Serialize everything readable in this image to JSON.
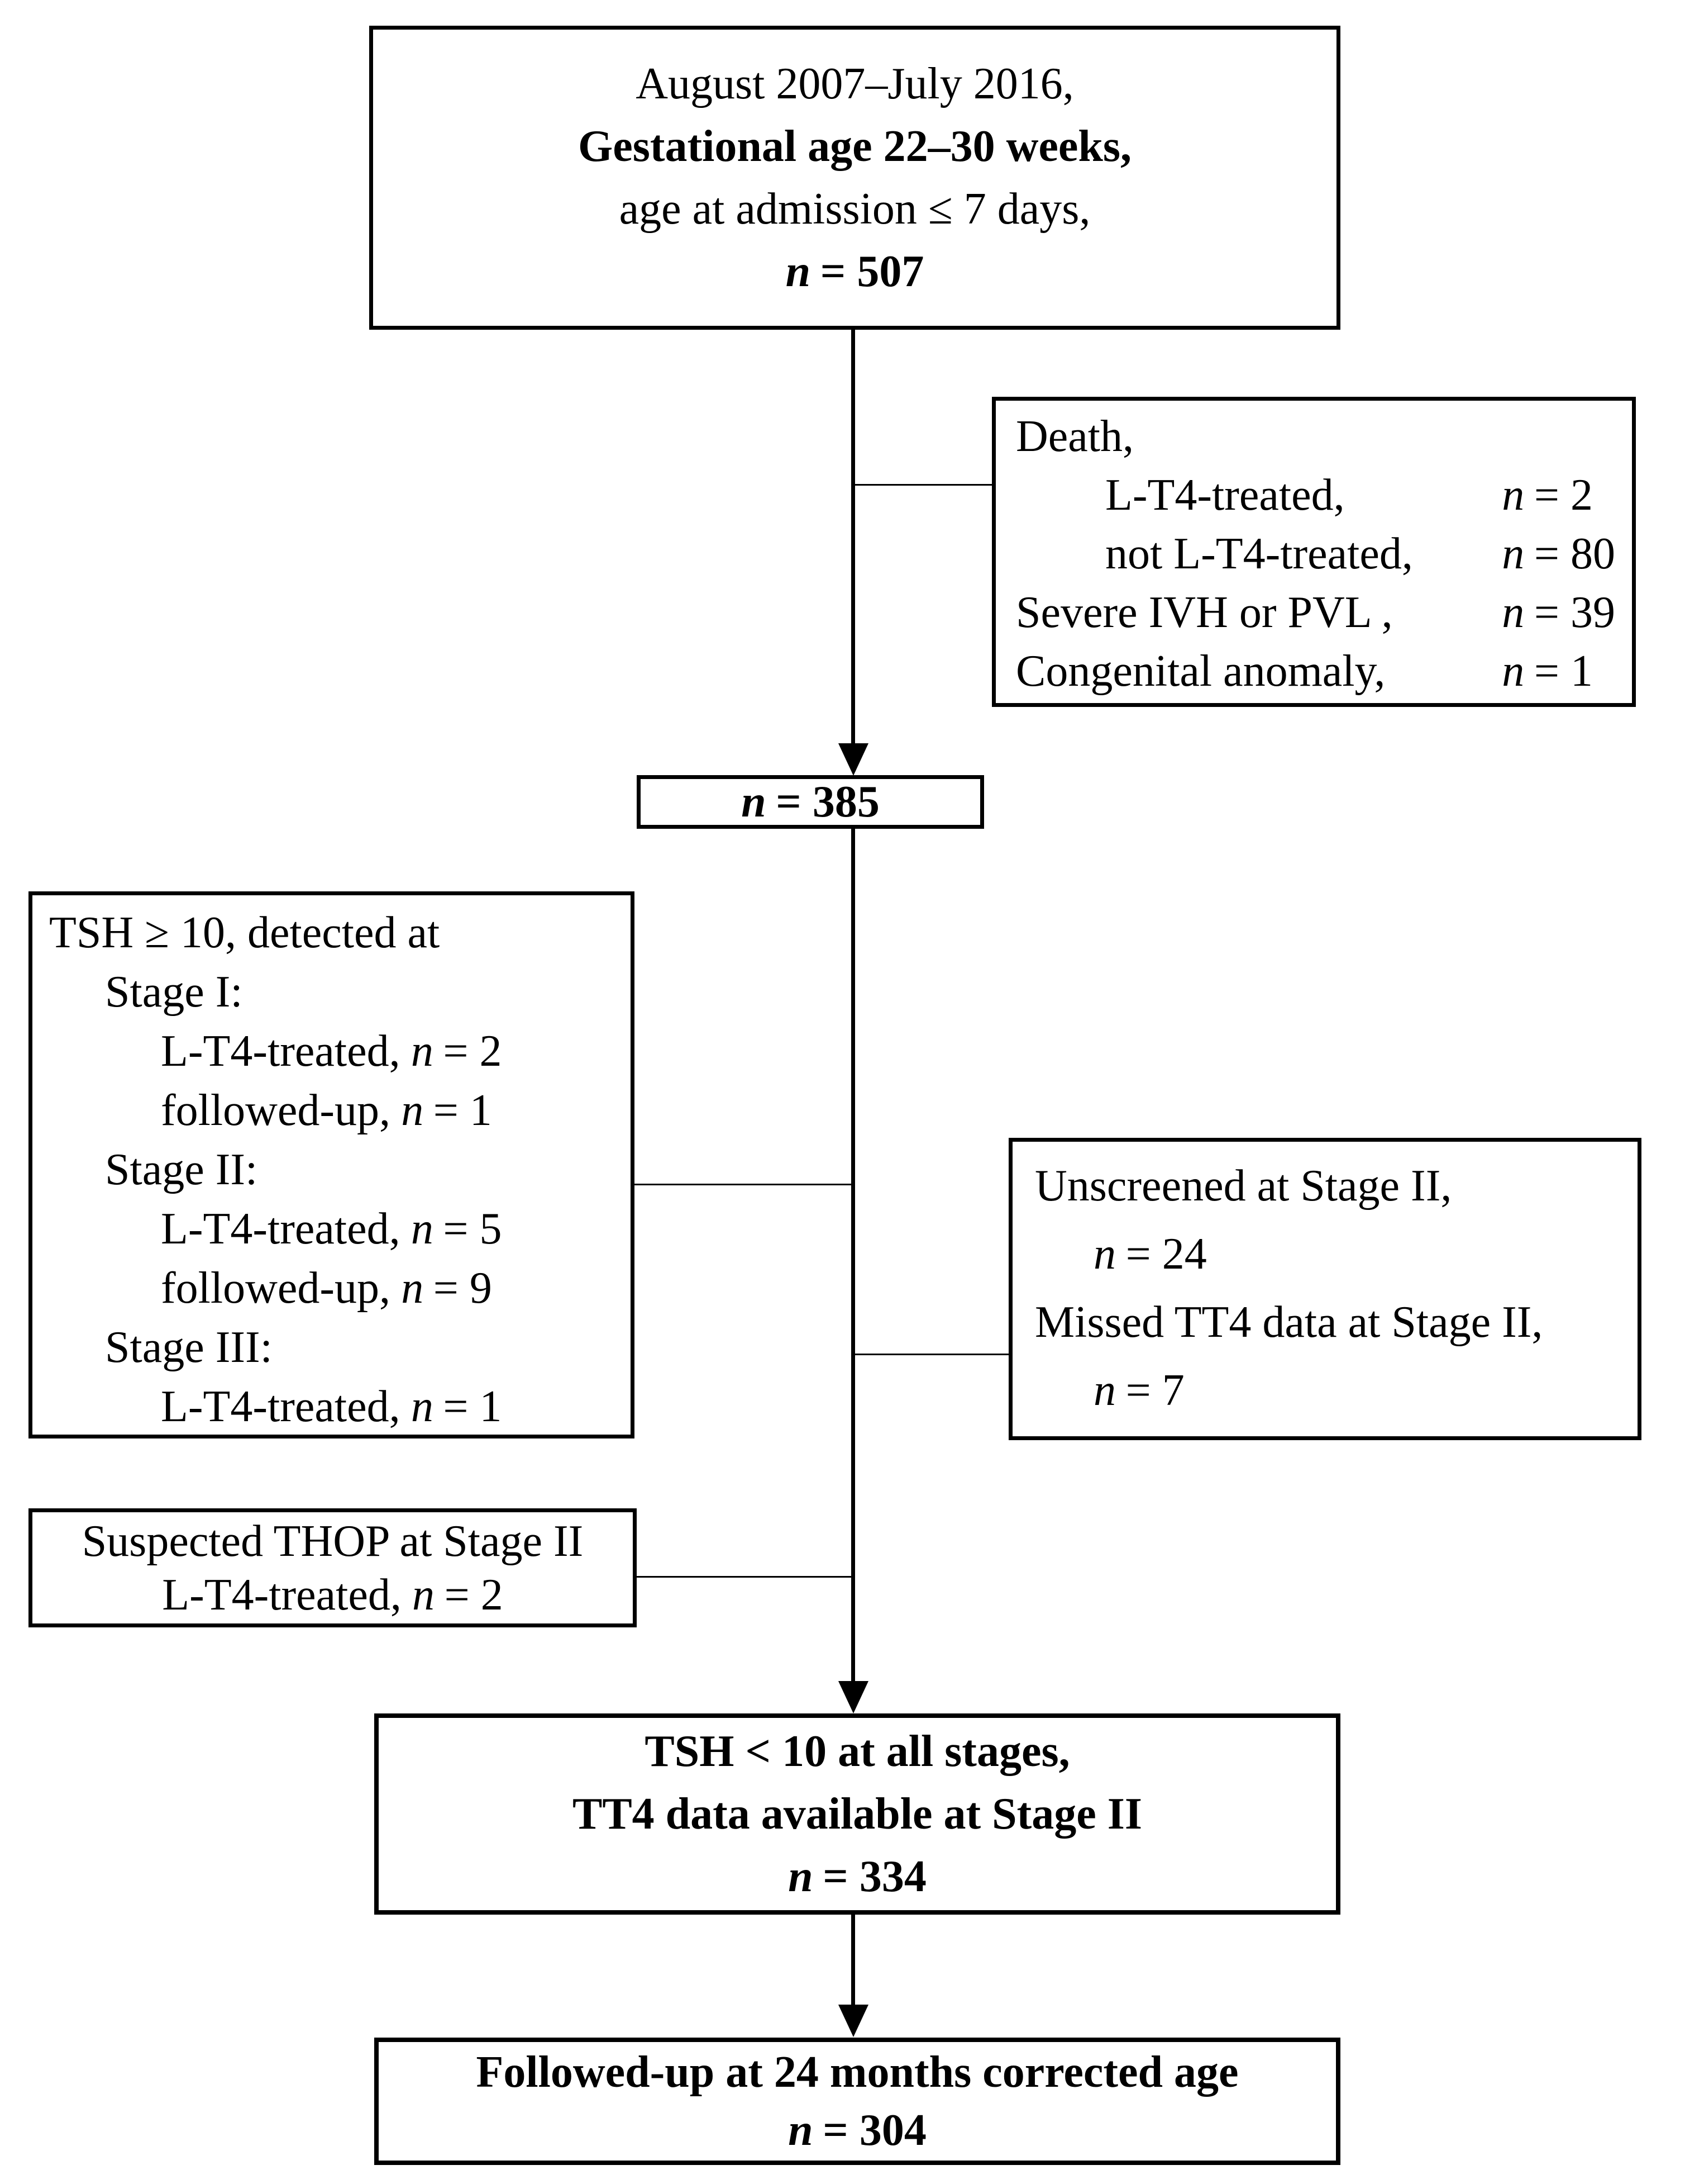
{
  "colors": {
    "background": "#ffffff",
    "line": "#000000",
    "text": "#000000"
  },
  "boxes": {
    "enrollment": {
      "period": "August 2007–July 2016,",
      "gestational": "Gestational age 22–30 weeks,",
      "admission": "age at admission ≤ 7 days,",
      "n": {
        "sym": "n",
        "eq": "= 507"
      }
    },
    "excluded_death": {
      "title": "Death,",
      "rows": [
        {
          "label": "L-T4-treated,",
          "sym": "n",
          "eq": "= 2"
        },
        {
          "label": "not L-T4-treated,",
          "sym": "n",
          "eq": "= 80"
        },
        {
          "label": "Severe IVH or PVL ,",
          "sym": "n",
          "eq": "= 39"
        },
        {
          "label": "Congenital anomaly,",
          "sym": "n",
          "eq": "= 1"
        }
      ]
    },
    "n385": {
      "sym": "n",
      "eq": "= 385"
    },
    "tsh_detected": {
      "title": "TSH ≥ 10, detected at",
      "rows": [
        {
          "label": "Stage I:"
        },
        {
          "label": "L-T4-treated,",
          "sym": "n",
          "eq": "= 2"
        },
        {
          "label": "followed-up,",
          "sym": "n",
          "eq": "= 1"
        },
        {
          "label": "Stage II:"
        },
        {
          "label": "L-T4-treated,",
          "sym": "n",
          "eq": "= 5"
        },
        {
          "label": "followed-up,",
          "sym": "n",
          "eq": "= 9"
        },
        {
          "label": "Stage III:"
        },
        {
          "label": "L-T4-treated,",
          "sym": "n",
          "eq": "= 1"
        }
      ]
    },
    "unscreened": {
      "rows": [
        {
          "label": "Unscreened at Stage II,"
        },
        {
          "sym": "n",
          "eq": "= 24"
        },
        {
          "label": "Missed TT4 data at Stage II,"
        },
        {
          "sym": "n",
          "eq": "= 7"
        }
      ]
    },
    "thop": {
      "title": "Suspected THOP at Stage II",
      "treated": {
        "label": "L-T4-treated,",
        "sym": "n",
        "eq": "= 2"
      }
    },
    "tsh_below": {
      "line1": "TSH < 10 at all stages,",
      "line2": "TT4 data available at Stage II",
      "n": {
        "sym": "n",
        "eq": "= 334"
      }
    },
    "followup": {
      "line1": "Followed-up at 24 months corrected age",
      "n": {
        "sym": "n",
        "eq": "= 304"
      }
    }
  }
}
